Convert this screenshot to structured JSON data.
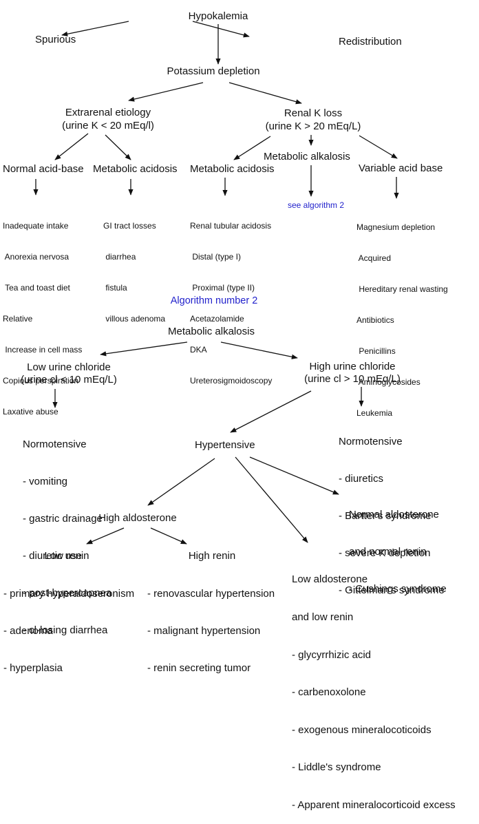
{
  "algorithm1": {
    "root": "Hypokalemia",
    "spurious": "Spurious",
    "redistribution": "Redistribution",
    "potassium_depletion": "Potassium depletion",
    "extrarenal": {
      "title": "Extrarenal etiology",
      "criterion": "(urine K < 20 mEq/l)",
      "normal_acid_base": {
        "title": "Normal acid-base",
        "causes": [
          "Inadequate intake",
          " Anorexia nervosa",
          " Tea and toast diet",
          "Relative",
          " Increase in cell mass",
          "Copious perspiration",
          "Laxative abuse"
        ]
      },
      "metabolic_acidosis": {
        "title": "Metabolic acidosis",
        "causes": [
          "GI tract losses",
          " diarrhea",
          " fistula",
          " villous adenoma"
        ]
      }
    },
    "renal": {
      "title": "Renal K loss",
      "criterion": "(urine K > 20 mEq/L)",
      "metabolic_acidosis": {
        "title": "Metabolic acidosis",
        "causes": [
          "Renal tubular acidosis",
          " Distal (type I)",
          " Proximal (type II)",
          "Acetazolamide",
          "DKA",
          "Ureterosigmoidoscopy"
        ]
      },
      "metabolic_alkalosis": {
        "title": "Metabolic alkalosis",
        "link": "see algorithm 2"
      },
      "variable_acid_base": {
        "title": "Variable acid base",
        "causes": [
          "Magnesium depletion",
          " Acquired",
          " Hereditary renal wasting",
          "Antibiotics",
          " Penicillins",
          " Aminoglycosides",
          "Leukemia"
        ]
      }
    }
  },
  "algorithm2": {
    "heading": "Algorithm number 2",
    "root": "Metabolic alkalosis",
    "low_chloride": {
      "title": "Low urine chloride",
      "criterion": "(urine cl < 10 mEq/L)",
      "normotensive": {
        "title": "Normotensive",
        "causes": [
          "- vomiting",
          "- gastric drainage",
          "- diuretic use",
          "- post-hypercapnea",
          "- cl-losing diarrhea"
        ]
      }
    },
    "high_chloride": {
      "title": "High urine chloride",
      "criterion": "(urine cl > 10 mEq/L)",
      "normotensive": {
        "title": "Normotensive",
        "causes": [
          "- diuretics",
          "- Bartter's syndrome",
          "- severe K depletion",
          "- Gittelman's syndrome"
        ]
      },
      "hypertensive": {
        "title": "Hypertensive",
        "high_aldosterone": {
          "title": "High aldosterone",
          "low_renin": {
            "title": "Low renin",
            "causes": [
              "- primary hyperaldoseronism",
              "- adenoma",
              "- hyperplasia"
            ]
          },
          "high_renin": {
            "title": "High renin",
            "causes": [
              "- renovascular hypertension",
              "- malignant hypertension",
              "- renin secreting tumor"
            ]
          }
        },
        "normal_aldo_renin": {
          "lines": [
            "Normal aldosterone",
            "and normal renin",
            "- Cushings syndrome"
          ]
        },
        "low_aldo_renin": {
          "lines": [
            "Low aldosterone",
            "and low renin",
            "- glycyrrhizic acid",
            "- carbenoxolone",
            "- exogenous mineralocoticoids",
            "- Liddle's syndrome",
            "- Apparent mineralocorticoid excess"
          ]
        }
      }
    }
  },
  "colors": {
    "text": "#111111",
    "link": "#2222cc"
  }
}
